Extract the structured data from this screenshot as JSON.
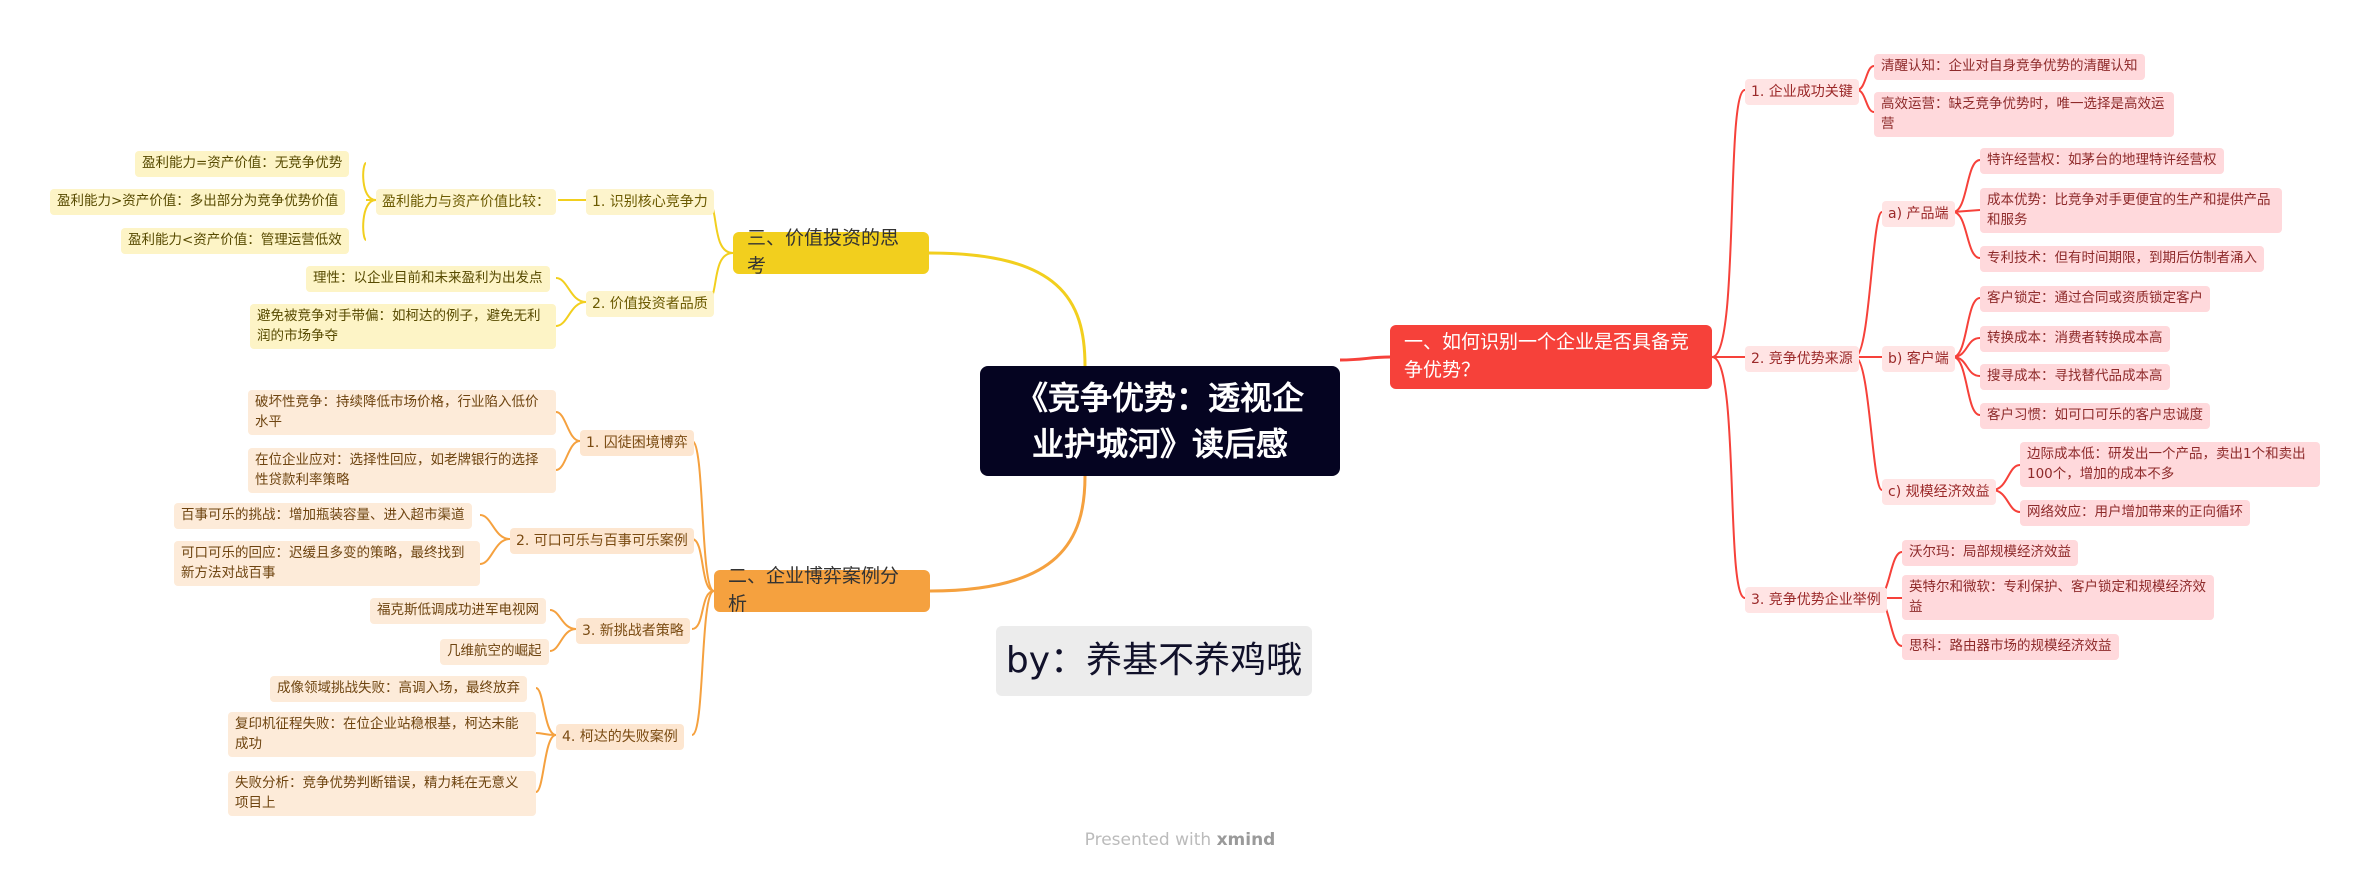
{
  "central_title": "《竞争优势：透视企业护城河》读后感",
  "byline": "by：养基不养鸡哦",
  "footer": {
    "presented_with": "Presented with",
    "brand": "xmind"
  },
  "colors": {
    "central": "#050421",
    "red": "#f6413a",
    "yellow": "#f2cf1e",
    "orange": "#f5a13f"
  },
  "branches": {
    "identify": {
      "label": "一、如何识别一个企业是否具备竞争优势？",
      "success": {
        "label": "1. 企业成功关键",
        "items": [
          "清醒认知：企业对自身竞争优势的清醒认知",
          "高效运营：缺乏竞争优势时，唯一选择是高效运营"
        ]
      },
      "sources": {
        "label": "2. 竞争优势来源",
        "production": {
          "label": "a) 产品端",
          "items": [
            "特许经营权：如茅台的地理特许经营权",
            "成本优势：比竞争对手更便宜的生产和提供产品和服务",
            "专利技术：但有时间期限，到期后仿制者涌入"
          ]
        },
        "customer": {
          "label": "b) 客户端",
          "items": [
            "客户锁定：通过合同或资质锁定客户",
            "转换成本：消费者转换成本高",
            "搜寻成本：寻找替代品成本高",
            "客户习惯：如可口可乐的客户忠诚度"
          ]
        },
        "scale": {
          "label": "c) 规模经济效益",
          "items": [
            "边际成本低：研发出一个产品，卖出1个和卖出100个，增加的成本不多",
            "网络效应：用户增加带来的正向循环"
          ]
        }
      },
      "examples": {
        "label": "3. 竞争优势企业举例",
        "items": [
          "沃尔玛：局部规模经济效益",
          "英特尔和微软：专利保护、客户锁定和规模经济效益",
          "思科：路由器市场的规模经济效益"
        ]
      }
    },
    "value": {
      "label": "三、价值投资的思考",
      "core": {
        "label": "1. 识别核心竞争力",
        "compare": {
          "label": "盈利能力与资产价值比较：",
          "items": [
            "盈利能力=资产价值：无竞争优势",
            "盈利能力>资产价值：多出部分为竞争优势价值",
            "盈利能力<资产价值：管理运营低效"
          ]
        }
      },
      "quality": {
        "label": "2. 价值投资者品质",
        "items": [
          "理性：以企业目前和未来盈利为出发点",
          "避免被竞争对手带偏：如柯达的例子，避免无利润的市场争夺"
        ]
      }
    },
    "cases": {
      "label": "二、企业博弈案例分析",
      "prisoner": {
        "label": "1. 囚徒困境博弈",
        "items": [
          "破坏性竞争：持续降低市场价格，行业陷入低价水平",
          "在位企业应对：选择性回应，如老牌银行的选择性贷款利率策略"
        ]
      },
      "cola": {
        "label": "2. 可口可乐与百事可乐案例",
        "items": [
          "百事可乐的挑战：增加瓶装容量、进入超市渠道",
          "可口可乐的回应：迟缓且多变的策略，最终找到新方法对战百事"
        ]
      },
      "newcomer": {
        "label": "3. 新挑战者策略",
        "items": [
          "福克斯低调成功进军电视网",
          "几维航空的崛起"
        ]
      },
      "kodak": {
        "label": "4. 柯达的失败案例",
        "items": [
          "成像领域挑战失败：高调入场，最终放弃",
          "复印机征程失败：在位企业站稳根基，柯达未能成功",
          "失败分析：竞争优势判断错误，精力耗在无意义项目上"
        ]
      }
    }
  }
}
